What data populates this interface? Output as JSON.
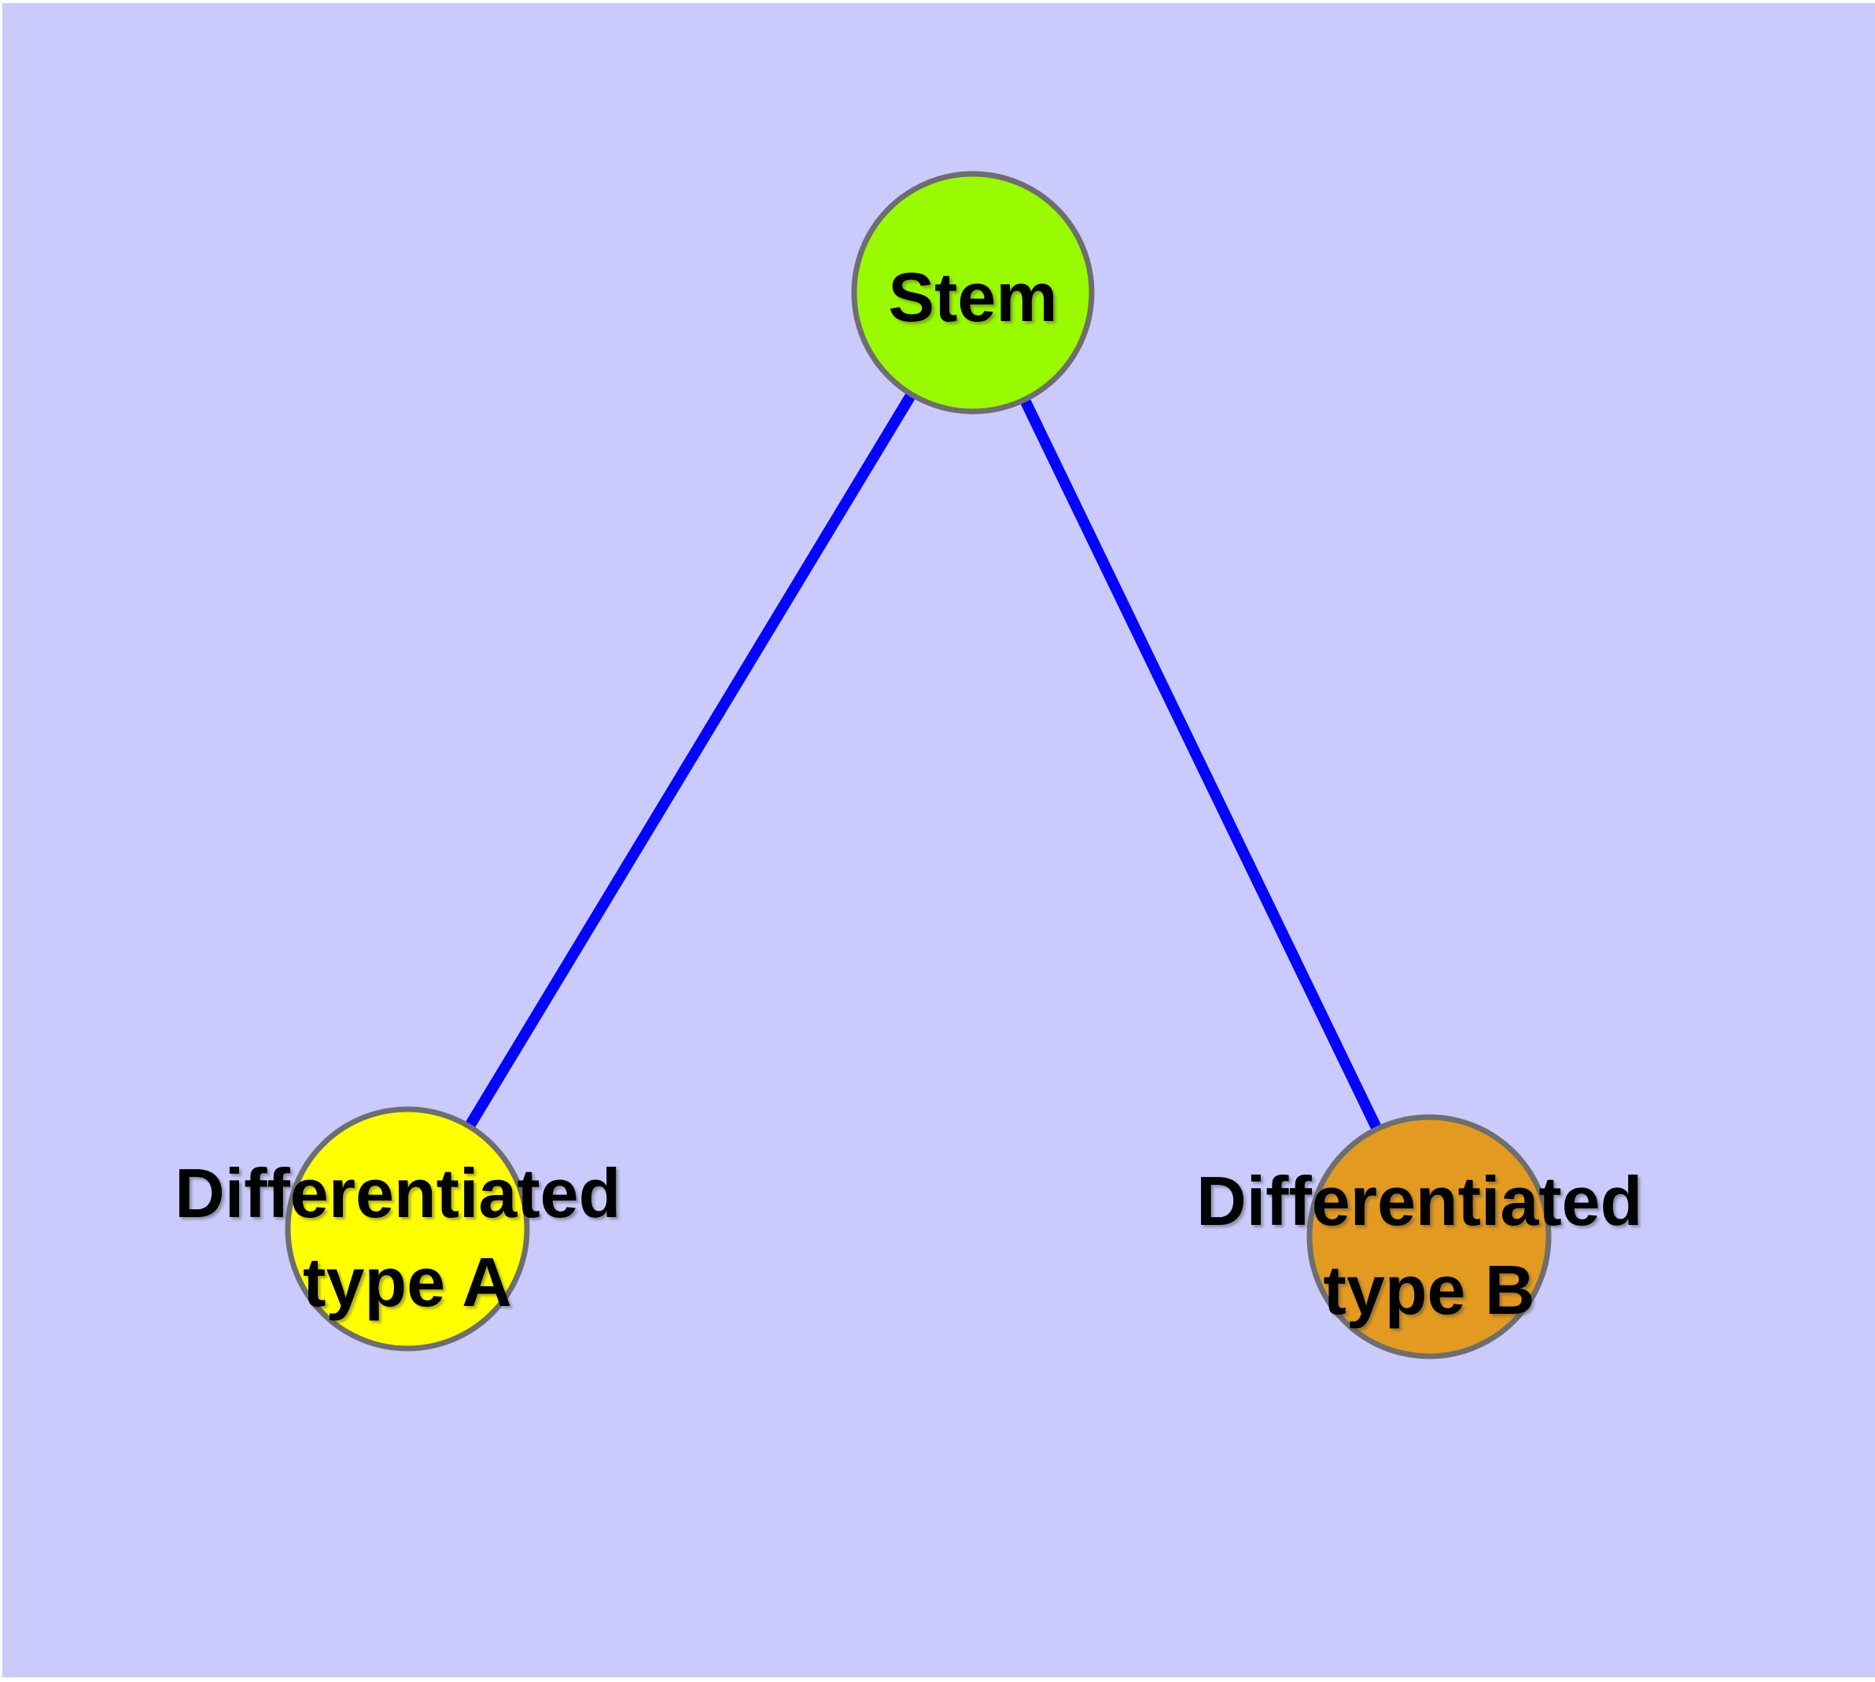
{
  "canvas": {
    "frame_color": "#ffffff",
    "background_color": "#cacafd"
  },
  "diagram": {
    "type": "node-link-graph",
    "edge_color": "#0404fe",
    "node_border_color": "#6e6e6e",
    "label_color": "#000000",
    "nodes": {
      "stem": {
        "label": "Stem",
        "fill": "#9afb00"
      },
      "typeA": {
        "label": "Differentiated type A",
        "line1": "Differentiated",
        "line2": "type A",
        "fill": "#ffff00"
      },
      "typeB": {
        "label": "Differentiated type B",
        "line1": "Differentiated",
        "line2": "type B",
        "fill": "#e39a20"
      }
    },
    "edges": [
      {
        "from": "Stem",
        "to": "Differentiated type A"
      },
      {
        "from": "Stem",
        "to": "Differentiated type B"
      }
    ]
  }
}
